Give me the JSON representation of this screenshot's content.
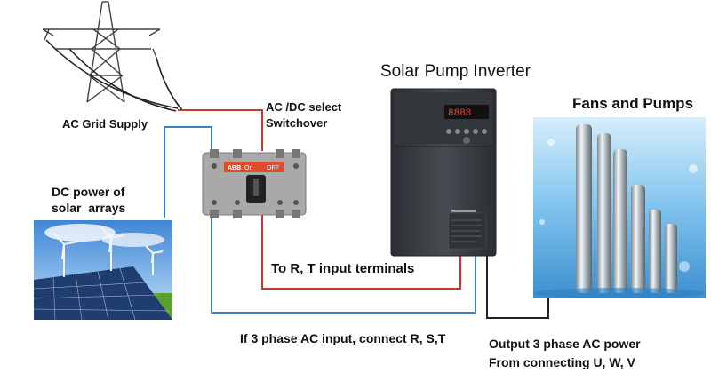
{
  "labels": {
    "grid": "AC Grid Supply",
    "switch": "AC /DC select\nSwitchover",
    "inverter_title": "Solar Pump Inverter",
    "pumps": "Fans and Pumps",
    "solar": "DC power of\nsolar  arrays",
    "rt_terminals": "To R,  T input terminals",
    "three_phase": "If 3 phase AC input, connect  R, S,T",
    "output": "Output 3 phase AC power\nFrom connecting U, W, V"
  },
  "switch_device": {
    "brand": "ABB",
    "on_text": "On",
    "off_text": "OFF"
  },
  "inverter_device": {
    "display": "8888"
  },
  "colors": {
    "red_wire": "#c0392b",
    "blue_wire": "#3d7fc1",
    "black_wire": "#222222",
    "inverter_body": "#3a3d42",
    "switch_body": "#a9a9a9",
    "sky": "#5aa0e0",
    "grass": "#5aa02c",
    "water": "#7fc3ee"
  }
}
